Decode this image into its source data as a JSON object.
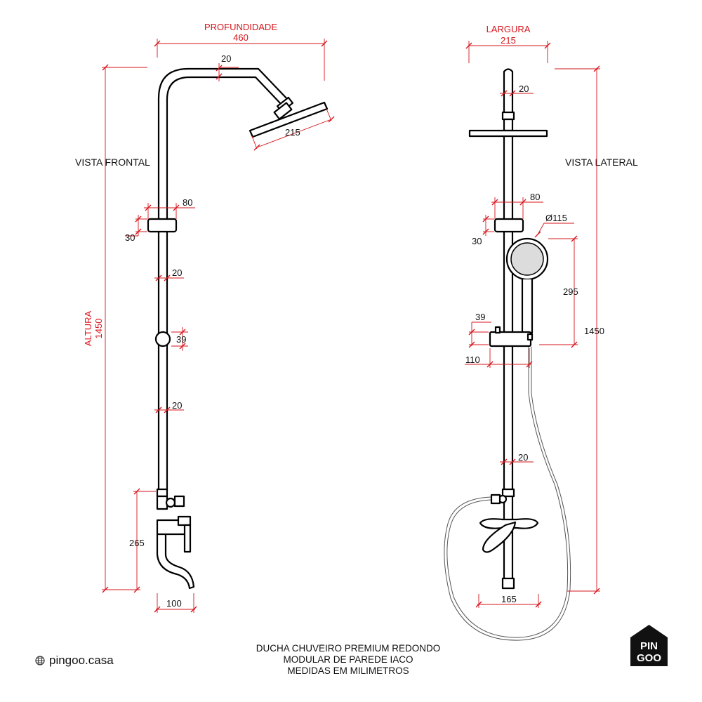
{
  "views": {
    "front": "VISTA FRONTAL",
    "side": "VISTA LATERAL"
  },
  "overall": {
    "depth_label": "PROFUNDIDADE",
    "depth_value": "460",
    "width_label": "LARGURA",
    "width_value": "215",
    "height_label": "ALTURA",
    "height_value": "1450"
  },
  "front_dims": {
    "arm_pipe": "20",
    "head_diameter": "215",
    "bracket_width": "80",
    "bracket_height": "30",
    "upper_pipe": "20",
    "joint": "39",
    "lower_pipe": "20",
    "mixer_height": "265",
    "spout": "100"
  },
  "side_dims": {
    "top_pipe": "20",
    "bracket_width": "80",
    "hand_shower": "Ø115",
    "bracket_height": "30",
    "hand_length": "295",
    "total_height": "1450",
    "holder_height": "39",
    "holder_width": "110",
    "lower_pipe": "20",
    "handle_width": "165"
  },
  "footer": {
    "line1": "DUCHA CHUVEIRO PREMIUM REDONDO",
    "line2": "MODULAR DE PAREDE IACO",
    "line3": "MEDIDAS EM MILIMETROS"
  },
  "brand": {
    "site": "pingoo.casa",
    "logo_top": "PIN",
    "logo_bottom": "GOO"
  },
  "icons": {
    "globe": "globe-icon",
    "logo": "pingoo-house-logo"
  }
}
